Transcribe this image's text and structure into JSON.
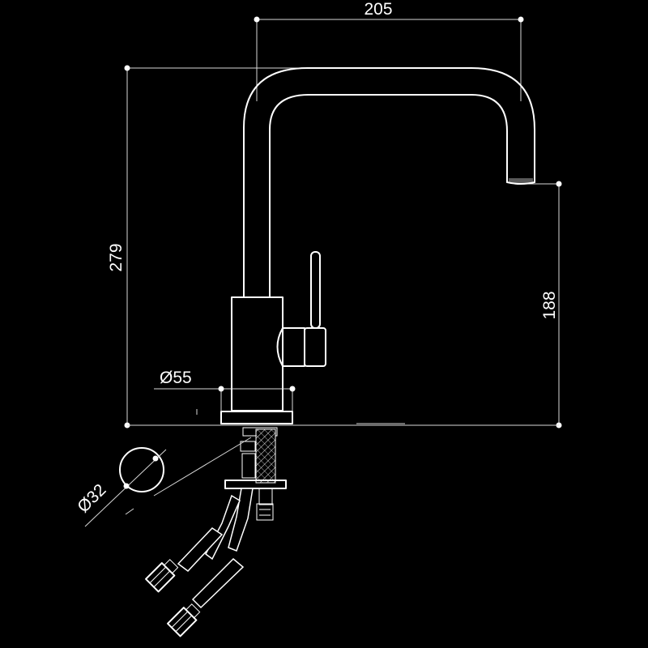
{
  "drawing": {
    "subject": "kitchen faucet dimension drawing",
    "background": "#000000",
    "line_color": "#ffffff"
  },
  "dimensions": {
    "spout_reach": "205",
    "overall_height": "279",
    "spout_outlet_height": "188",
    "base_diameter": "Ø55",
    "mounting_hole_diameter": "Ø32"
  }
}
